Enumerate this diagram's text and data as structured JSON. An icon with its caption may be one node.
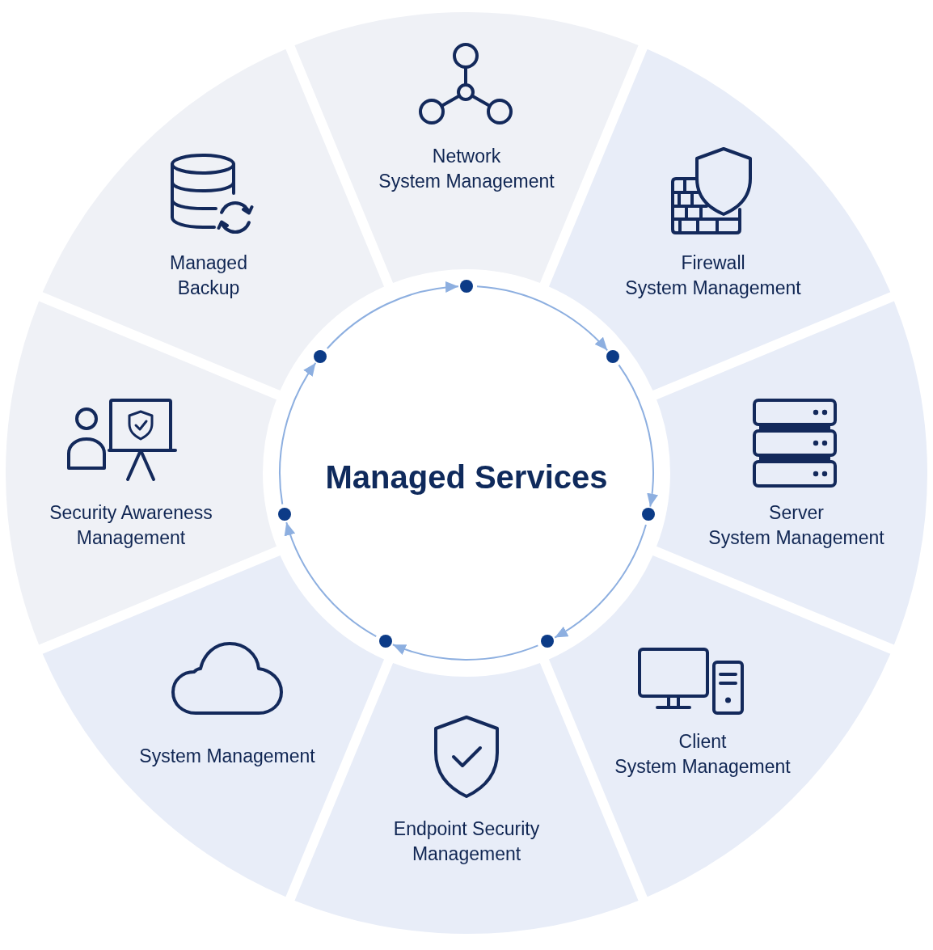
{
  "diagram": {
    "nodes": [
      {
        "text": [
          "Managed Services"
        ]
      },
      {
        "text": [
          "Network System Management"
        ]
      },
      {
        "text": [
          "Firewall System Management"
        ]
      },
      {
        "text": [
          "Server System Management"
        ]
      },
      {
        "text": [
          "Client System Management"
        ]
      },
      {
        "text": [
          "Endpoint Security Management"
        ]
      },
      {
        "text": [
          "System Management"
        ]
      },
      {
        "text": [
          "Security Awareness Management"
        ]
      },
      {
        "text": [
          "Managed Backup"
        ]
      },
      {
        "text": [],
        "shape": "circle"
      },
      {
        "text": [],
        "shape": "circle"
      },
      {
        "text": [],
        "shape": "circle"
      },
      {
        "text": [],
        "shape": "circle"
      },
      {
        "text": [],
        "shape": "circle"
      },
      {
        "text": [],
        "shape": "circle"
      },
      {
        "text": [],
        "shape": "circle"
      }
    ],
    "edges": [
      {
        "from": 9,
        "to": 10,
        "arrow": "to"
      },
      {
        "from": 10,
        "to": 11,
        "arrow": "to"
      },
      {
        "from": 11,
        "to": 12,
        "arrow": "to"
      },
      {
        "from": 12,
        "to": 13,
        "arrow": "to"
      },
      {
        "from": 13,
        "to": 14,
        "arrow": "to"
      },
      {
        "from": 14,
        "to": 15,
        "arrow": "to"
      },
      {
        "from": 15,
        "to": 9,
        "arrow": "to"
      }
    ]
  }
}
